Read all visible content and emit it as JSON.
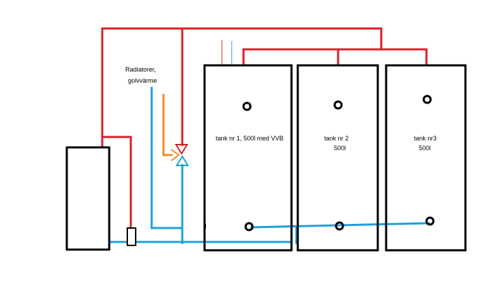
{
  "labels": {
    "radiator_line1": "Radiatorer,",
    "radiator_line2": "golvvärme",
    "tank1": "tank nr 1, 500l med VVB",
    "tank2_line1": "tank nr 2",
    "tank2_line2": "500l",
    "tank3_line1": "tank nr3",
    "tank3_line2": "500l"
  },
  "colors": {
    "hot_pipe": "#d9202a",
    "cold_pipe": "#1fa0da",
    "mix_pipe": "#f08c2a",
    "outline": "#000000",
    "background": "#ffffff"
  }
}
